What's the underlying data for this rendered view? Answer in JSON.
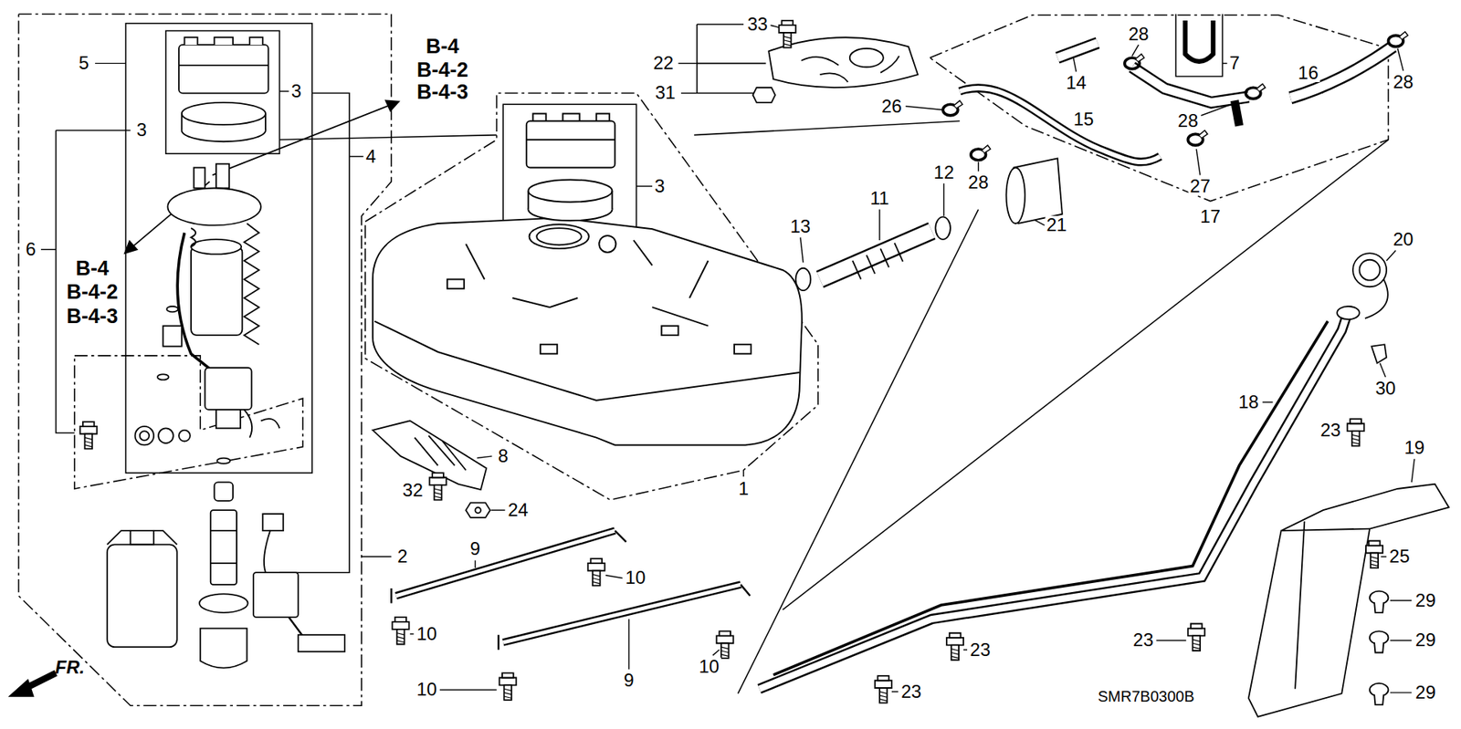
{
  "diagram": {
    "labels": [
      "33",
      "28",
      "5",
      "22",
      "7",
      "16",
      "28",
      "14",
      "3",
      "31",
      "B-4",
      "B-4-2",
      "B-4-3",
      "26",
      "3",
      "15",
      "4",
      "28",
      "27",
      "28",
      "17",
      "12",
      "11",
      "13",
      "21",
      "3",
      "6",
      "B-4",
      "B-4-2",
      "B-4-3",
      "20",
      "18",
      "23",
      "30",
      "19",
      "8",
      "32",
      "24",
      "1",
      "2",
      "9",
      "10",
      "25",
      "29",
      "29",
      "29",
      "10",
      "10",
      "10",
      "9",
      "23",
      "23",
      "23",
      "FR.",
      "SMR7B0300B"
    ]
  }
}
